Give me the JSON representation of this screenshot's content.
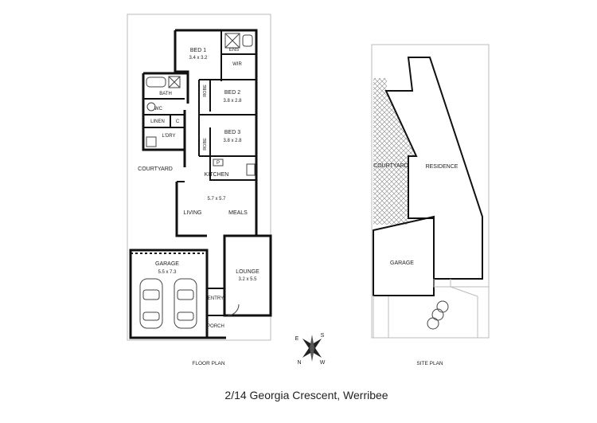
{
  "floor_plan": {
    "rooms": {
      "bed1": {
        "name": "BED 1",
        "dims": "3.4 x 3.2"
      },
      "ens": {
        "name": "ENS"
      },
      "wir": {
        "name": "WIR"
      },
      "bed2": {
        "name": "BED 2",
        "dims": "3.8 x 2.8"
      },
      "bed3": {
        "name": "BED 3",
        "dims": "3.8 x 2.8"
      },
      "robe_upper": {
        "name": "ROBE"
      },
      "robe_lower": {
        "name": "ROBE"
      },
      "bath": {
        "name": "BATH"
      },
      "wc": {
        "name": "WC"
      },
      "linen": {
        "name": "LINEN"
      },
      "c": {
        "name": "C"
      },
      "laundry": {
        "name": "L'DRY"
      },
      "pantry": {
        "name": "P"
      },
      "kitchen": {
        "name": "KITCHEN"
      },
      "kitchen_dims": {
        "dims": "5.7 x 5.7"
      },
      "living": {
        "name": "LIVING"
      },
      "meals": {
        "name": "MEALS"
      },
      "courtyard": {
        "name": "COURTYARD"
      },
      "garage": {
        "name": "GARAGE",
        "dims": "5.5 x 7.3"
      },
      "lounge": {
        "name": "LOUNGE",
        "dims": "3.2 x 5.5"
      },
      "entry": {
        "name": "ENTRY"
      },
      "porch": {
        "name": "PORCH"
      }
    },
    "caption": "FLOOR PLAN"
  },
  "site_plan": {
    "labels": {
      "courtyard": "COURTYARD",
      "residence": "RESIDENCE",
      "garage": "GARAGE"
    },
    "caption": "SITE PLAN"
  },
  "compass": {
    "e": "E",
    "s": "S",
    "n": "N",
    "w": "W"
  },
  "address": "2/14 Georgia Crescent, Werribee",
  "colors": {
    "line": "#111111",
    "hatch": "#9a9a9a",
    "text": "#222222"
  }
}
